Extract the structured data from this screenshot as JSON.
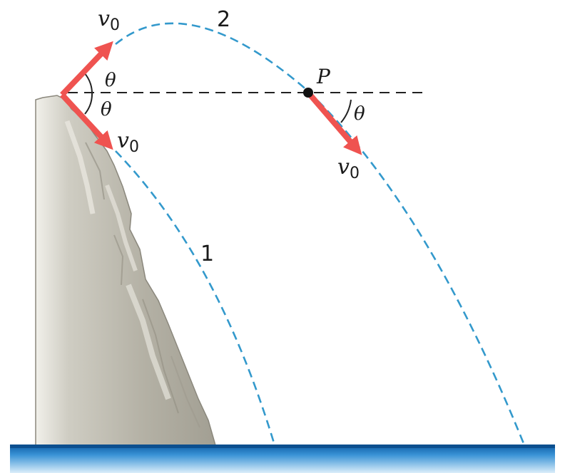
{
  "labels": {
    "v_symbol": "v",
    "v_subscript": "0",
    "theta": "θ",
    "point": "P",
    "path1": "1",
    "path2": "2"
  },
  "colors": {
    "arrow": "#ef5350",
    "trajectory": "#3399cc",
    "reference_line": "#222222",
    "water": "#1f7cc4",
    "rock": "#b7b4a8"
  }
}
